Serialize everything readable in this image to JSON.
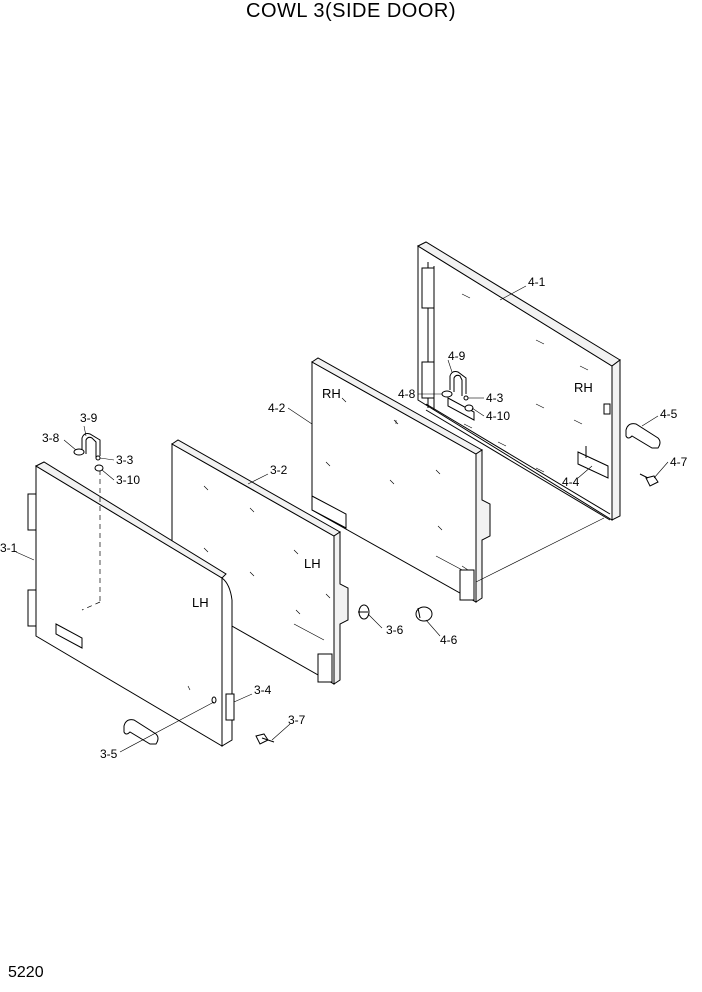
{
  "title": "COWL 3(SIDE DOOR)",
  "page_number": "5220",
  "side_labels": {
    "lh_door": "LH",
    "lh_panel": "LH",
    "rh_panel": "RH",
    "rh_door": "RH"
  },
  "callouts": {
    "c3_1": "3-1",
    "c3_2": "3-2",
    "c3_3": "3-3",
    "c3_4": "3-4",
    "c3_5": "3-5",
    "c3_6": "3-6",
    "c3_7": "3-7",
    "c3_8": "3-8",
    "c3_9": "3-9",
    "c3_10": "3-10",
    "c4_1": "4-1",
    "c4_2": "4-2",
    "c4_3": "4-3",
    "c4_4": "4-4",
    "c4_5": "4-5",
    "c4_6": "4-6",
    "c4_7": "4-7",
    "c4_8": "4-8",
    "c4_9": "4-9",
    "c4_10": "4-10"
  }
}
